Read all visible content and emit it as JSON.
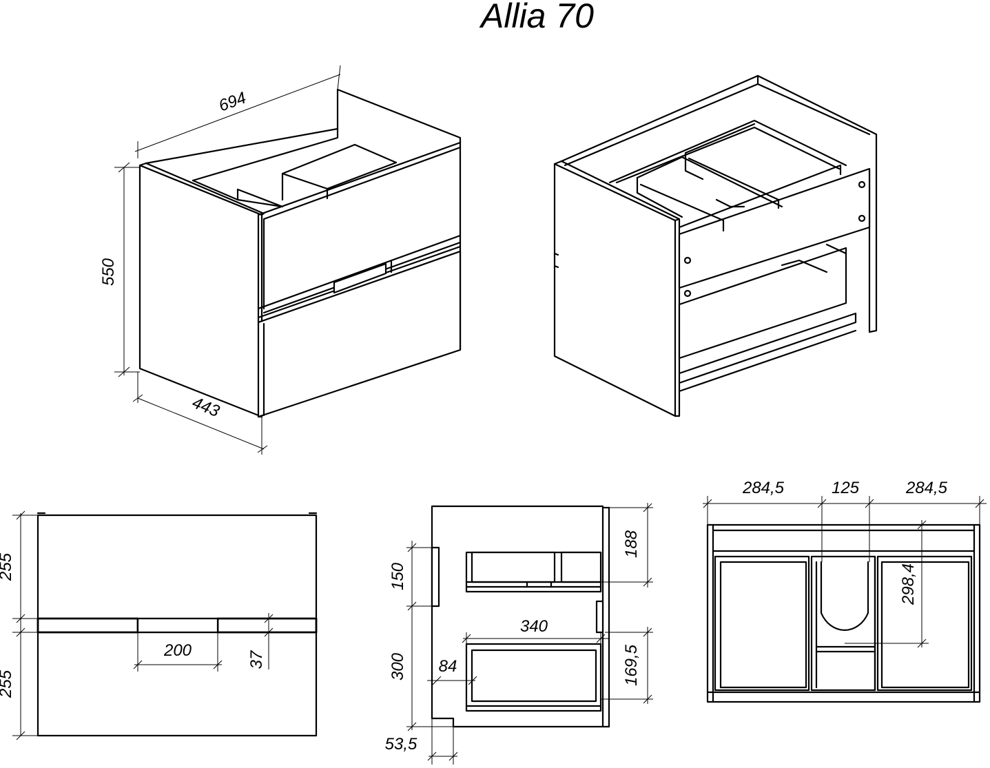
{
  "title": "Allia 70",
  "dimensions": {
    "iso_width": "694",
    "iso_height": "550",
    "iso_depth": "443",
    "front_top_drawer": "255",
    "front_bottom_drawer": "255",
    "front_handle_width": "200",
    "front_handle_height": "37",
    "side_top_panel": "150",
    "side_upper_gap": "300",
    "side_top_drawer_depth": "188",
    "side_drawer_width": "340",
    "side_inner_offset": "84",
    "side_lower_drawer_depth": "169,5",
    "side_toe": "53,5",
    "top_left": "284,5",
    "top_middle": "125",
    "top_right": "284,5",
    "top_depth": "298,4"
  }
}
